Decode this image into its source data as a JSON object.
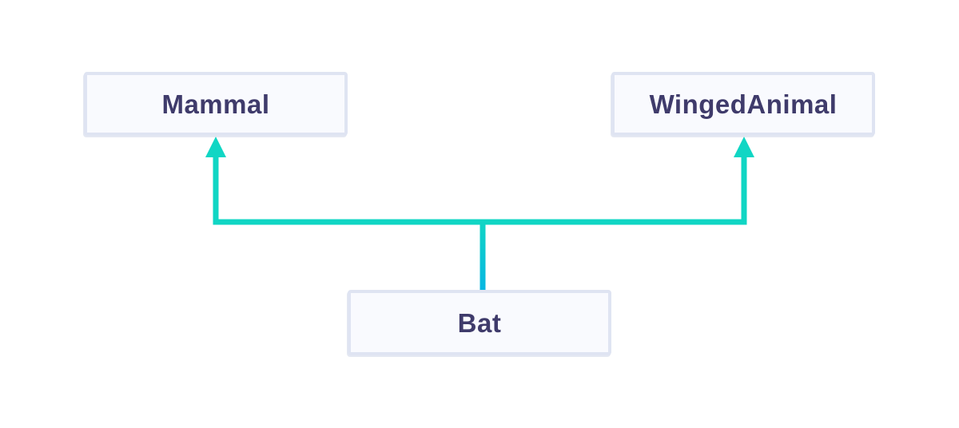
{
  "diagram": {
    "type": "class-inheritance",
    "nodes": [
      {
        "id": "mammal",
        "label": "Mammal"
      },
      {
        "id": "wingedanimal",
        "label": "WingedAnimal"
      },
      {
        "id": "bat",
        "label": "Bat"
      }
    ],
    "edges": [
      {
        "from": "bat",
        "to": "mammal",
        "style": "orthogonal-arrow"
      },
      {
        "from": "bat",
        "to": "wingedanimal",
        "style": "orthogonal-arrow"
      }
    ],
    "colors": {
      "edge_teal": "#10d6c4",
      "edge_blue": "#08b6e2",
      "node_fill": "#f9fafe",
      "node_border": "#dfe4f2",
      "node_text": "#3f3b6b"
    }
  }
}
